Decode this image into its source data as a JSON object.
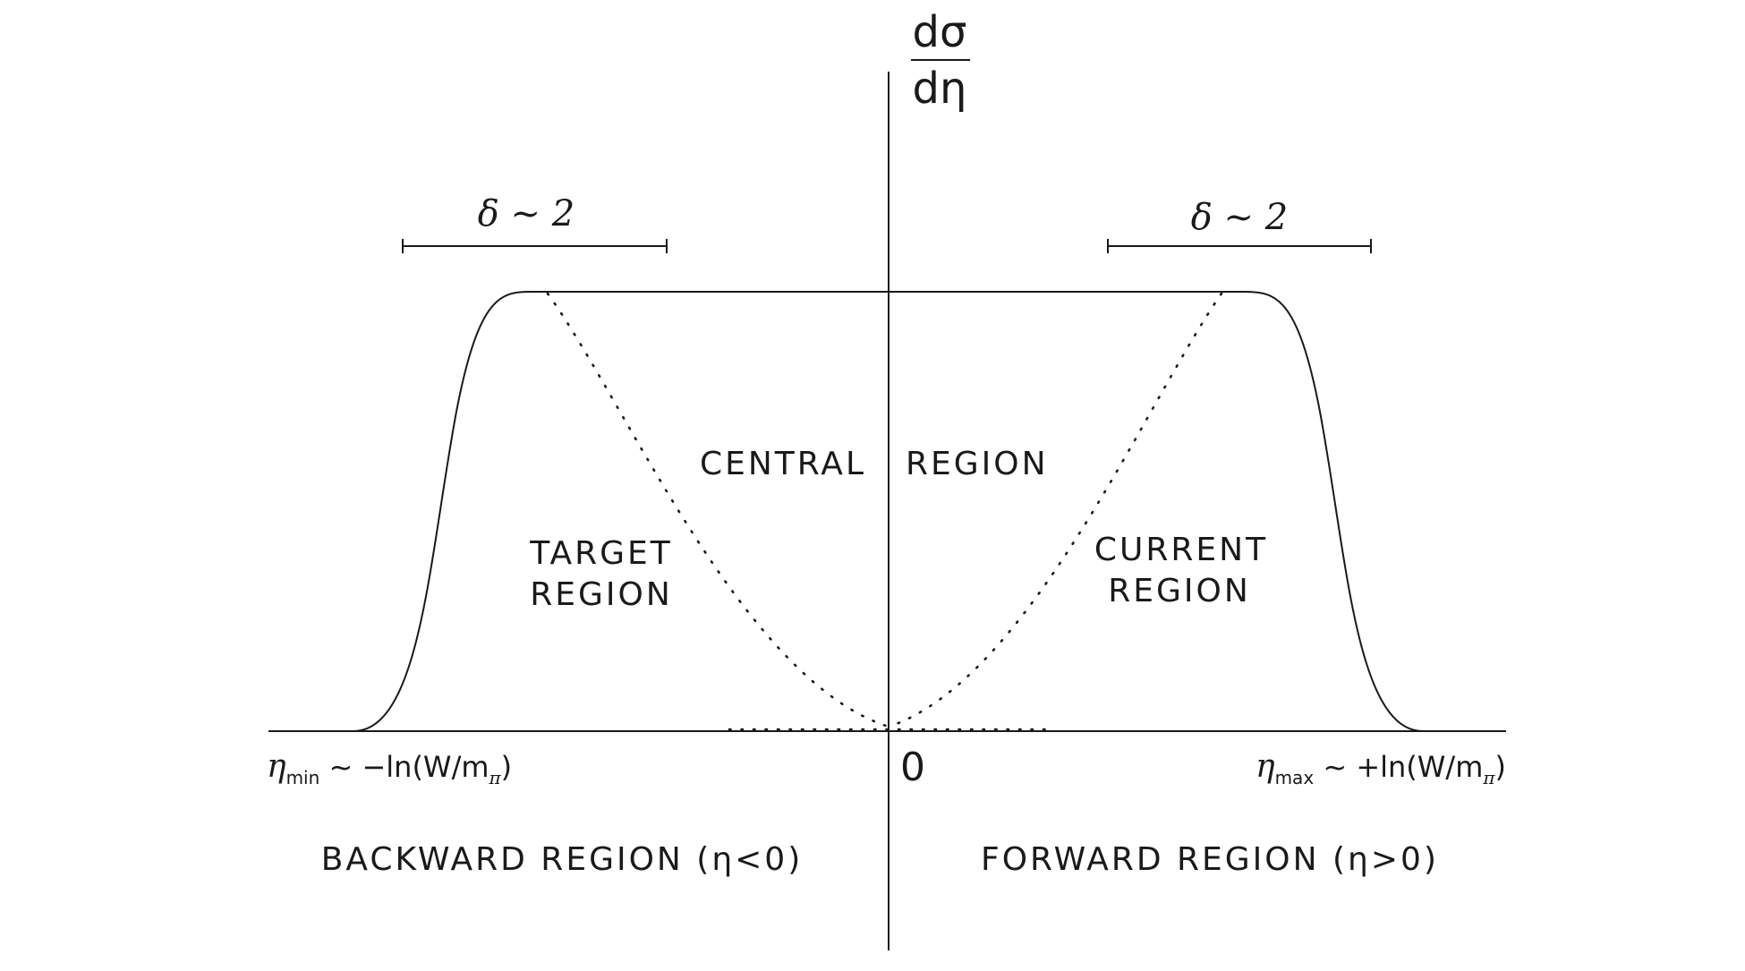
{
  "y_axis_label": {
    "numerator": "dσ",
    "denominator": "dη"
  },
  "delta_label_left": "δ ~ 2",
  "delta_label_right": "δ ~ 2",
  "regions": {
    "central_left": "CENTRAL",
    "central_right": "REGION",
    "target": [
      "TARGET",
      "REGION"
    ],
    "current": [
      "CURRENT",
      "REGION"
    ],
    "backward": "BACKWARD REGION (η<0)",
    "forward": "FORWARD REGION (η>0)"
  },
  "x_axis": {
    "origin": "0",
    "eta_min": {
      "symbol": "η",
      "subscript": "min",
      "text": " ~ −ln(W/m",
      "sub2": "π",
      "close": ")"
    },
    "eta_max": {
      "symbol": "η",
      "subscript": "max",
      "text": " ~ +ln(W/m",
      "sub2": "π",
      "close": ")"
    }
  }
}
